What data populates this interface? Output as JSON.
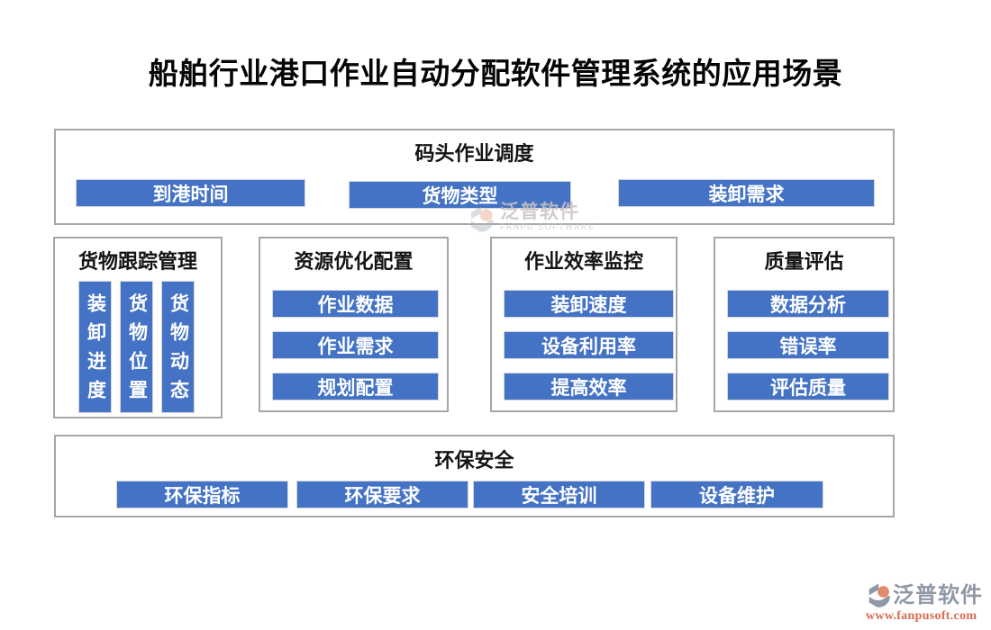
{
  "page_title": "船舶行业港口作业自动分配软件管理系统的应用场景",
  "sections": {
    "dock_scheduling": {
      "title": "码头作业调度",
      "buttons": [
        "到港时间",
        "货物类型",
        "装卸需求"
      ]
    },
    "cargo_tracking": {
      "title": "货物跟踪管理",
      "buttons": [
        "装卸进度",
        "货物位置",
        "货物动态"
      ]
    },
    "resource_optimization": {
      "title": "资源优化配置",
      "buttons": [
        "作业数据",
        "作业需求",
        "规划配置"
      ]
    },
    "efficiency_monitoring": {
      "title": "作业效率监控",
      "buttons": [
        "装卸速度",
        "设备利用率",
        "提高效率"
      ]
    },
    "quality_assessment": {
      "title": "质量评估",
      "buttons": [
        "数据分析",
        "错误率",
        "评估质量"
      ]
    },
    "environmental_safety": {
      "title": "环保安全",
      "buttons": [
        "环保指标",
        "环保要求",
        "安全培训",
        "设备维护"
      ]
    }
  },
  "watermark": {
    "brand": "泛普软件",
    "subtitle": "FANPU SOFTWARE"
  },
  "footer": {
    "brand": "泛普软件",
    "url": "www.fanpusoft.com"
  },
  "colors": {
    "button_blue": "#4472c4",
    "box_border": "#a6a6a6",
    "brand_gray": "#8f98a6",
    "brand_orange": "#e28a6d",
    "url_orange": "#d96a4f"
  }
}
